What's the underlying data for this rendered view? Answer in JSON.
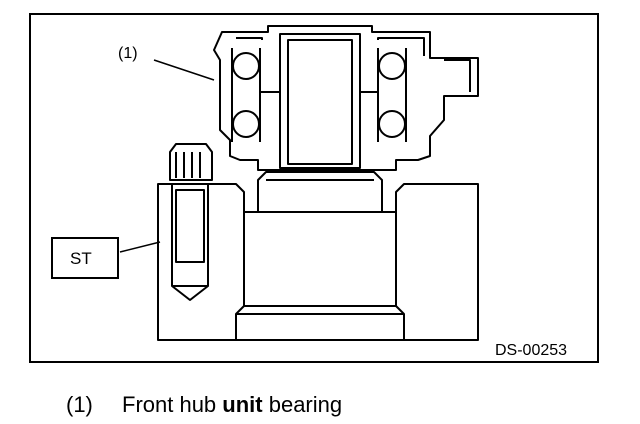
{
  "figure": {
    "callout_1": "(1)",
    "tool_box": "ST",
    "figure_id": "DS-00253"
  },
  "caption": {
    "number": "(1)",
    "text_before": "Front hub ",
    "text_bold": "unit",
    "text_after": " bearing"
  }
}
